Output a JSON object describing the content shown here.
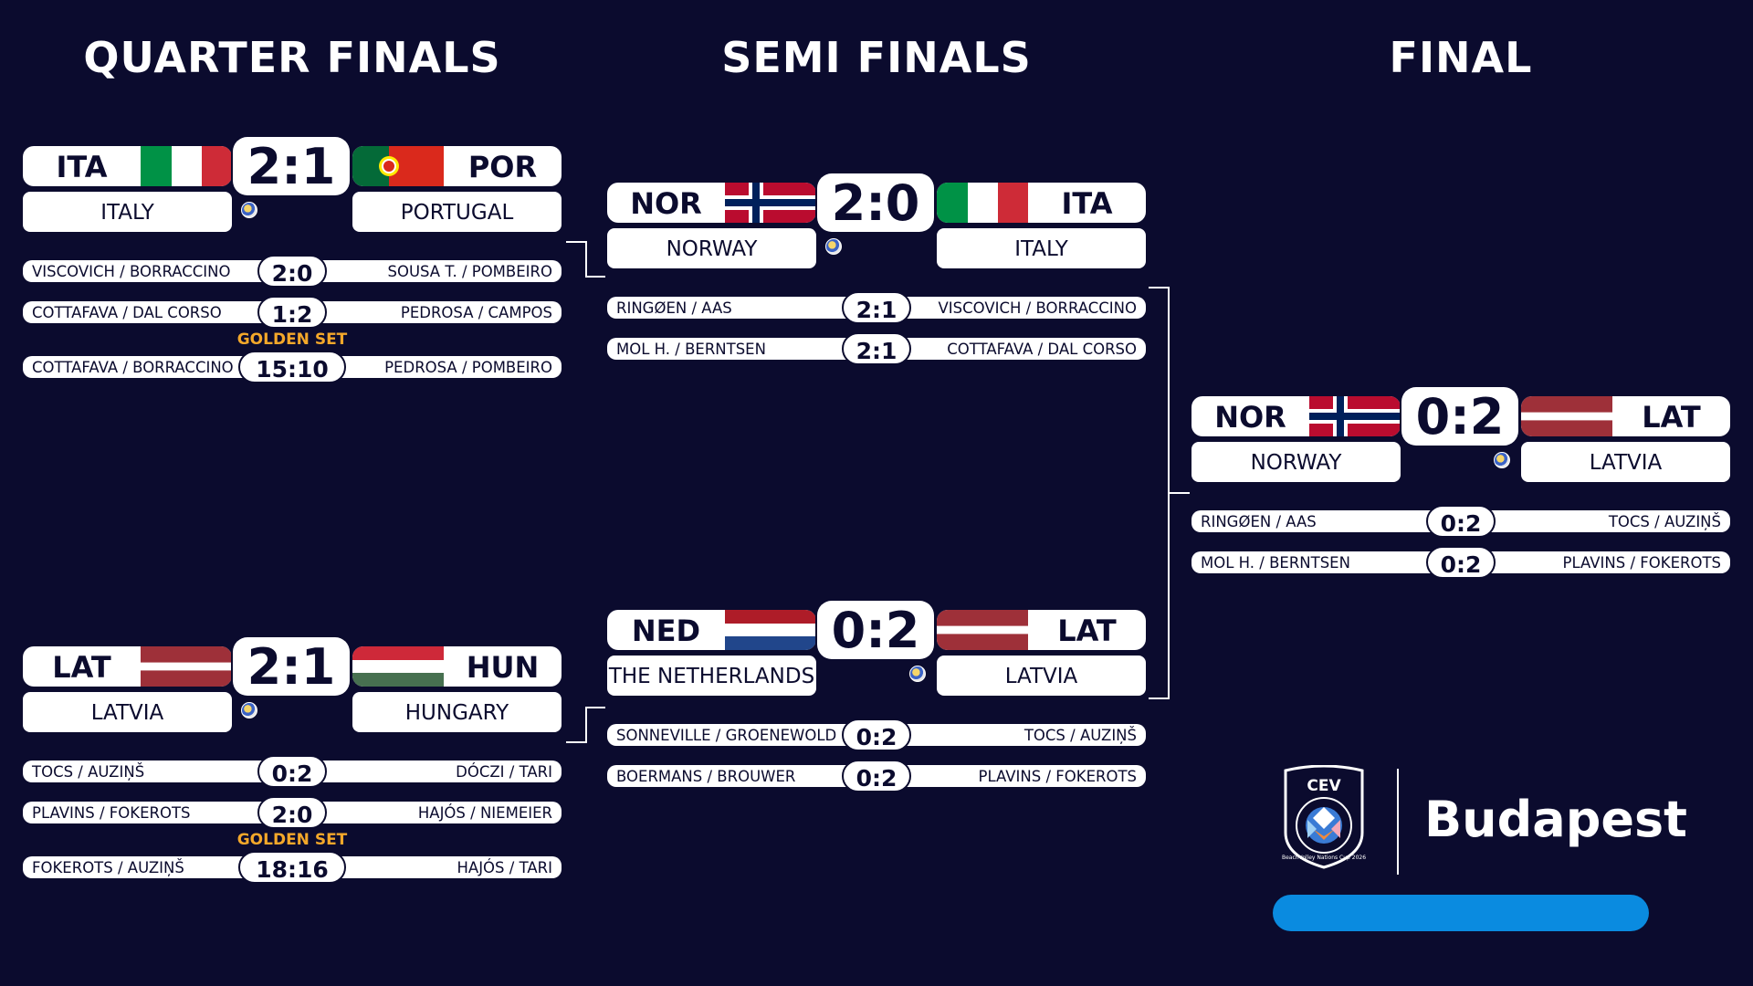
{
  "headers": {
    "qf": "QUARTER FINALS",
    "sf": "SEMI FINALS",
    "f": "FINAL"
  },
  "golden_set_label": "GOLDEN SET",
  "qf1": {
    "left_code": "ITA",
    "right_code": "POR",
    "score": "2:1",
    "left_name": "ITALY",
    "right_name": "PORTUGAL",
    "games": [
      {
        "left": "VISCOVICH / BORRACCINO",
        "score": "2:0",
        "right": "SOUSA T. / POMBEIRO"
      },
      {
        "left": "COTTAFAVA / DAL CORSO",
        "score": "1:2",
        "right": "PEDROSA / CAMPOS"
      }
    ],
    "golden": {
      "left": "COTTAFAVA / BORRACCINO",
      "score": "15:10",
      "right": "PEDROSA / POMBEIRO"
    }
  },
  "qf2": {
    "left_code": "LAT",
    "right_code": "HUN",
    "score": "2:1",
    "left_name": "LATVIA",
    "right_name": "HUNGARY",
    "games": [
      {
        "left": "TOCS / AUZIŅŠ",
        "score": "0:2",
        "right": "DÓCZI / TARI"
      },
      {
        "left": "PLAVINS / FOKEROTS",
        "score": "2:0",
        "right": "HAJÓS / NIEMEIER"
      }
    ],
    "golden": {
      "left": "FOKEROTS / AUZIŅŠ",
      "score": "18:16",
      "right": "HAJÓS / TARI"
    }
  },
  "sf1": {
    "left_code": "NOR",
    "right_code": "ITA",
    "score": "2:0",
    "left_name": "NORWAY",
    "right_name": "ITALY",
    "games": [
      {
        "left": "RINGØEN / AAS",
        "score": "2:1",
        "right": "VISCOVICH / BORRACCINO"
      },
      {
        "left": "MOL H. / BERNTSEN",
        "score": "2:1",
        "right": "COTTAFAVA / DAL CORSO"
      }
    ]
  },
  "sf2": {
    "left_code": "NED",
    "right_code": "LAT",
    "score": "0:2",
    "left_name": "THE NETHERLANDS",
    "right_name": "LATVIA",
    "games": [
      {
        "left": "SONNEVILLE / GROENEWOLD",
        "score": "0:2",
        "right": "TOCS / AUZIŅŠ"
      },
      {
        "left": "BOERMANS / BROUWER",
        "score": "0:2",
        "right": "PLAVINS / FOKEROTS"
      }
    ]
  },
  "final": {
    "left_code": "NOR",
    "right_code": "LAT",
    "score": "0:2",
    "left_name": "NORWAY",
    "right_name": "LATVIA",
    "games": [
      {
        "left": "RINGØEN / AAS",
        "score": "0:2",
        "right": "TOCS / AUZIŅŠ"
      },
      {
        "left": "MOL H. / BERNTSEN",
        "score": "0:2",
        "right": "PLAVINS / FOKEROTS"
      }
    ]
  },
  "logo": {
    "badge_text": "CEV",
    "ring_text": "BeachVolley Nations Cup 2026",
    "city": "Budapest"
  },
  "colors": {
    "background": "#0b0b2e",
    "golden": "#f4a82a",
    "accent_bar": "#0a8be0"
  },
  "flags": {
    "ITA": "flag-italy",
    "POR": "flag-portugal",
    "NOR": "flag-norway",
    "LAT": "flag-latvia",
    "HUN": "flag-hungary",
    "NED": "flag-netherlands"
  }
}
